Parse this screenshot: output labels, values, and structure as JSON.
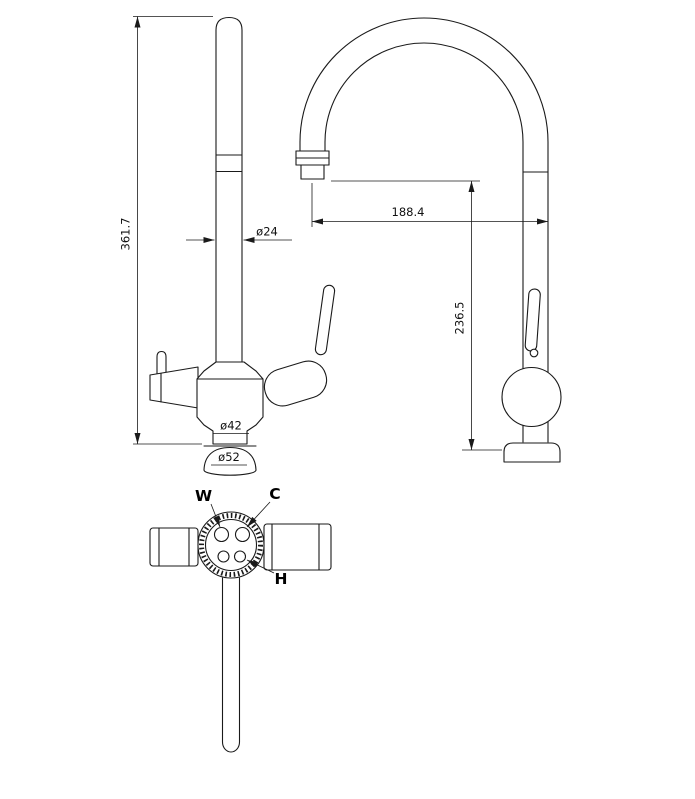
{
  "drawing": {
    "front_view": {
      "overall_height": "361.7",
      "pipe_diameter": "ø24",
      "body_diameter": "ø42",
      "base_diameter": "ø52"
    },
    "side_view": {
      "spout_reach": "188.4",
      "spout_height": "236.5"
    },
    "bottom_view": {
      "port_w": "W",
      "port_c": "C",
      "port_h": "H"
    },
    "colors": {
      "line": "#1a1a1a",
      "background": "#ffffff"
    }
  }
}
